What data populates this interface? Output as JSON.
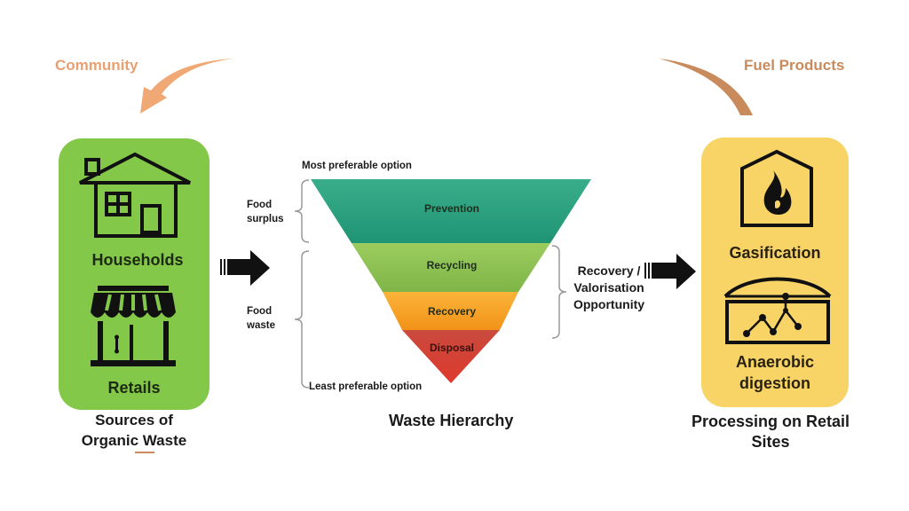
{
  "top_arrows": {
    "left_label": "Community",
    "right_label": "Fuel Products",
    "left_color": "#f0a874",
    "right_color": "#c98a5c"
  },
  "sources": {
    "box_color": "#84c84a",
    "households_label": "Households",
    "retails_label": "Retails",
    "caption_line1": "Sources of",
    "caption_line2": "Organic Waste",
    "icons": [
      "house-icon",
      "storefront-icon"
    ]
  },
  "hierarchy": {
    "top_note": "Most preferable option",
    "bottom_note": "Least preferable option",
    "food_surplus_line1": "Food",
    "food_surplus_line2": "surplus",
    "food_waste_line1": "Food",
    "food_waste_line2": "waste",
    "title": "Waste Hierarchy",
    "tiers": [
      {
        "label": "Prevention",
        "color": "#2aa082"
      },
      {
        "label": "Recycling",
        "color": "#8fc056"
      },
      {
        "label": "Recovery",
        "color": "#f6a623"
      },
      {
        "label": "Disposal",
        "color": "#d9463a"
      }
    ],
    "opportunity_line1": "Recovery /",
    "opportunity_line2": "Valorisation",
    "opportunity_line3": "Opportunity"
  },
  "processing": {
    "box_color": "#f8d467",
    "gasification_label": "Gasification",
    "anaerobic_line1": "Anaerobic",
    "anaerobic_line2": "digestion",
    "caption_line1": "Processing on Retail",
    "caption_line2": "Sites",
    "icons": [
      "flame-house-icon",
      "digester-icon"
    ]
  }
}
